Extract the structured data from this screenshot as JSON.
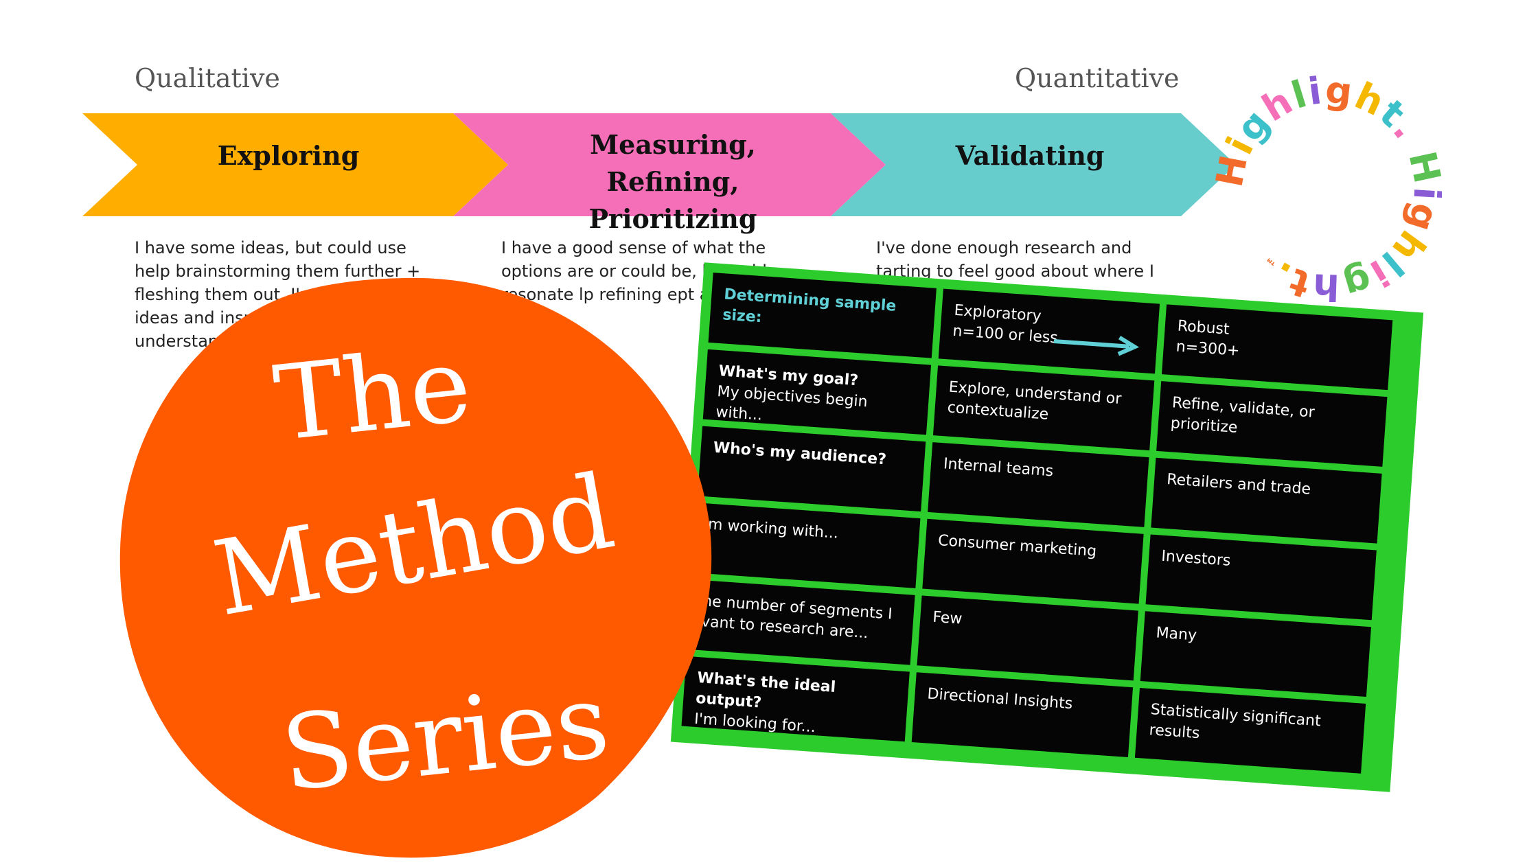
{
  "scale": {
    "left_label": "Qualitative",
    "right_label": "Quantitative"
  },
  "stages": [
    {
      "label": "Exploring",
      "color": "#ffae00"
    },
    {
      "label": "Measuring, Refining, Prioritizing",
      "color": "#f56fb8"
    },
    {
      "label": "Validating",
      "color": "#66cccc"
    }
  ],
  "descriptions": [
    "I have some ideas, but could use help brainstorming them further + fleshing them out. I'm open to ideas and inspiration understanding further pur",
    "I have a good sense of what the options are or could be, b would resonate lp refining ept ar",
    "I've done enough research and tarting to feel good about where I that my"
  ],
  "logo": {
    "brand": "Highlight.",
    "trademark": "™",
    "colors": [
      "#f26b2a",
      "#f5b800",
      "#3cc0c9",
      "#f56fb8",
      "#5bc152",
      "#8a5cd6"
    ]
  },
  "title_blob": {
    "lines": [
      "The",
      "Method",
      "Series"
    ],
    "color": "#ff5a00"
  },
  "table": {
    "background": "#2dcc2d",
    "rows": [
      {
        "question": "Determining sample size:",
        "sub": "",
        "left": "Exploratory\nn=100 or less",
        "right": "Robust\nn=300+"
      },
      {
        "question": "What's my goal?",
        "sub": "My objectives begin with...",
        "left": "Explore, understand or contextualize",
        "right": "Refine, validate, or prioritize"
      },
      {
        "question": "Who's my audience?",
        "sub": "",
        "left": "Internal teams",
        "right": "Retailers and trade"
      },
      {
        "question": "",
        "sub": "m working with...",
        "left": "Consumer marketing",
        "right": "Investors"
      },
      {
        "question": "",
        "sub": "he number of segments I vant to research are...",
        "left": "Few",
        "right": "Many"
      },
      {
        "question": "What's the ideal output?",
        "sub": "I'm looking for...",
        "left": "Directional Insights",
        "right": "Statistically significant results"
      }
    ]
  }
}
